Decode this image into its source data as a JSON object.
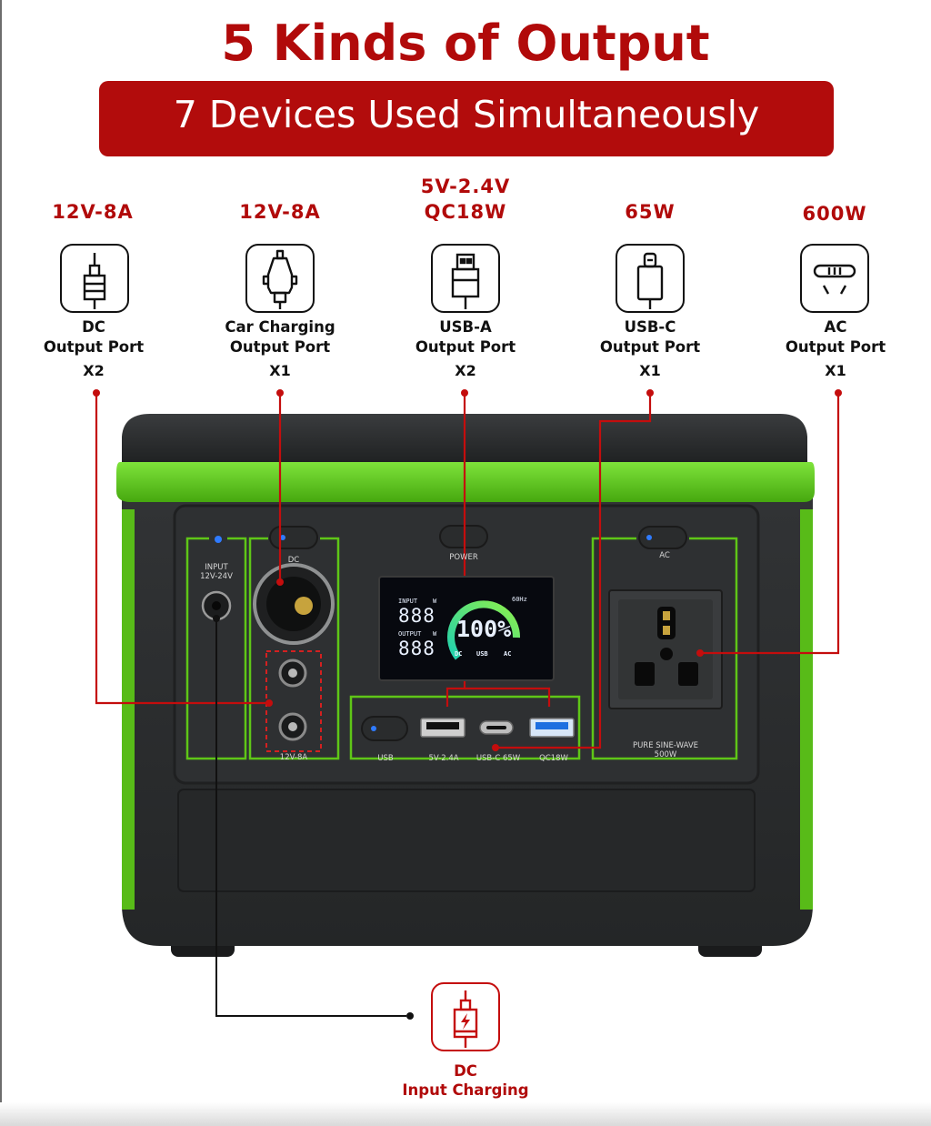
{
  "header": {
    "title": "5 Kinds of Output",
    "banner": "7 Devices Used Simultaneously"
  },
  "ports": [
    {
      "spec_lines": [
        "12V-8A"
      ],
      "name_lines": [
        "DC",
        "Output Port"
      ],
      "count": "X2",
      "icon": "dc-barrel-plug-icon"
    },
    {
      "spec_lines": [
        "12V-8A"
      ],
      "name_lines": [
        "Car Charging",
        "Output Port"
      ],
      "count": "X1",
      "icon": "car-charger-plug-icon"
    },
    {
      "spec_lines": [
        "5V-2.4V",
        "QC18W"
      ],
      "name_lines": [
        "USB-A",
        "Output Port"
      ],
      "count": "X2",
      "icon": "usb-a-plug-icon"
    },
    {
      "spec_lines": [
        "65W"
      ],
      "name_lines": [
        "USB-C",
        "Output Port"
      ],
      "count": "X1",
      "icon": "usb-c-plug-icon"
    },
    {
      "spec_lines": [
        "600W"
      ],
      "name_lines": [
        "AC",
        "Output Port"
      ],
      "count": "X1",
      "icon": "ac-socket-icon"
    }
  ],
  "device": {
    "input_label_line1": "INPUT",
    "input_label_line2": "12V-24V",
    "dc_label": "DC",
    "power_label": "POWER",
    "ac_label": "AC",
    "dc_port_rating": "12V-8A",
    "usb_label": "USB",
    "usb_a_rating": "5V-2.4A",
    "usb_c_rating": "USB-C 65W",
    "qc_rating": "QC18W",
    "ac_wave_label": "PURE SINE-WAVE",
    "ac_power": "500W",
    "accent_color": "#5fc617",
    "body_color": "#2b2d2e",
    "display": {
      "input_label": "INPUT",
      "input_unit": "W",
      "input_value": "888",
      "output_label": "OUTPUT",
      "output_unit": "W",
      "output_value": "888",
      "battery_percent": "100%",
      "battery_level": 1.0,
      "hz_label": "60Hz",
      "indicators": [
        "DC",
        "USB",
        "AC"
      ]
    }
  },
  "input": {
    "icon": "dc-input-charging-icon",
    "label_line1": "DC",
    "label_line2": "Input Charging",
    "color": "#b10a0a"
  }
}
